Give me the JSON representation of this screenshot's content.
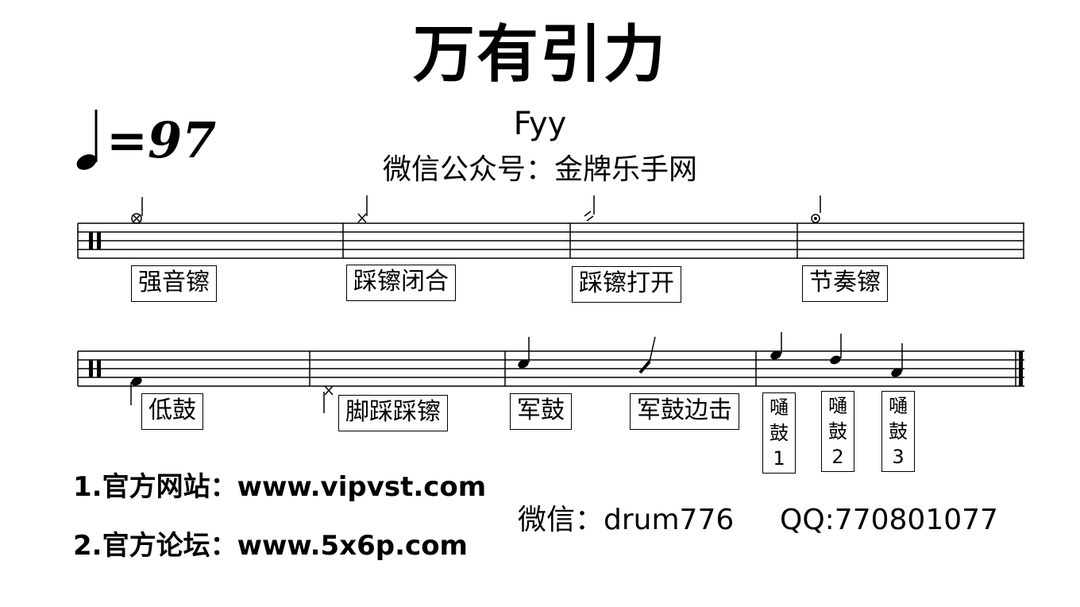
{
  "title": "万有引力",
  "artist": "Fyy",
  "wechat_public": "微信公众号：金牌乐手网",
  "tempo": {
    "bpm": "=97",
    "note_icon": "quarter-note-icon"
  },
  "row1_labels": [
    "强音镲",
    "踩镲闭合",
    "踩镲打开",
    "节奏镲"
  ],
  "row2_labels": [
    "低鼓",
    "脚踩踩镲",
    "军鼓",
    "军鼓边击"
  ],
  "toms": [
    {
      "line1": "嗵",
      "line2": "鼓",
      "line3": "1"
    },
    {
      "line1": "嗵",
      "line2": "鼓",
      "line3": "2"
    },
    {
      "line1": "嗵",
      "line2": "鼓",
      "line3": "3"
    }
  ],
  "footer": {
    "site": "1.官方网站：www.vipvst.com",
    "forum": "2.官方论坛：www.5x6p.com",
    "wechat": "微信：drum776",
    "qq": "QQ:770801077"
  }
}
